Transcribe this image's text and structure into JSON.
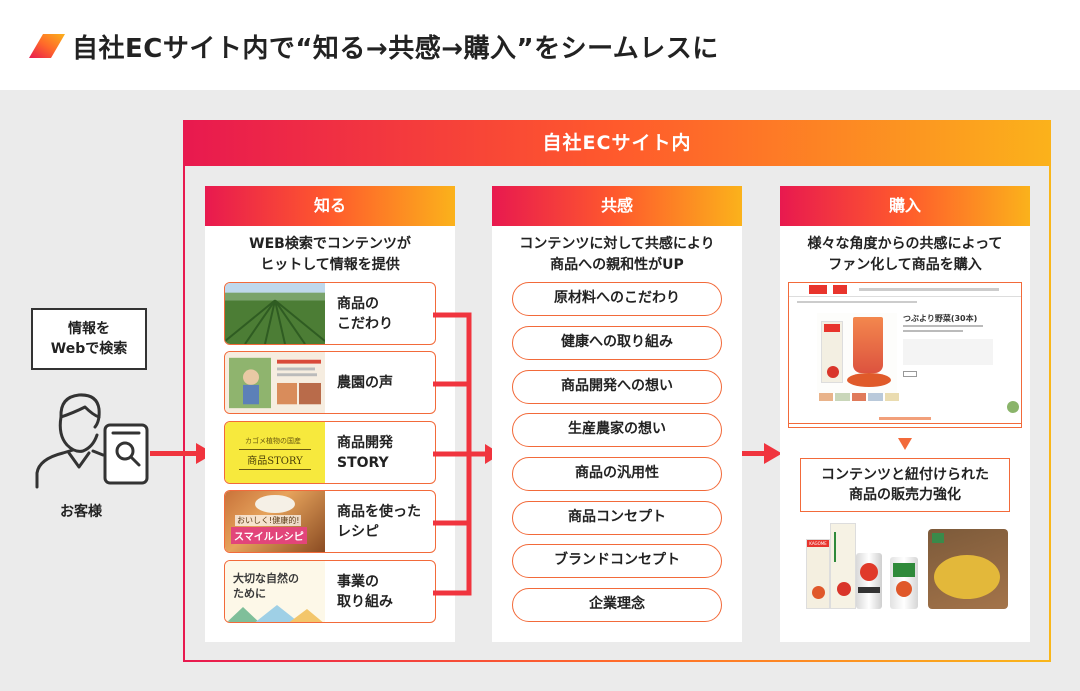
{
  "title": "自社ECサイト内で“知る→共感→購入”をシームレスに",
  "frame_title": "自社ECサイト内",
  "customer": {
    "box_line1": "情報を",
    "box_line2": "Webで検索",
    "label": "お客様"
  },
  "know": {
    "head": "知る",
    "desc_line1": "WEB検索でコンテンツが",
    "desc_line2": "ヒットして情報を提供",
    "items": [
      {
        "line1": "商品の",
        "line2": "こだわり"
      },
      {
        "line1": "農園の声",
        "line2": ""
      },
      {
        "line1": "商品開発",
        "line2": "STORY",
        "thumb_text": "商品STORY",
        "thumb_small": "カゴメ植物の国産"
      },
      {
        "line1": "商品を使った",
        "line2": "レシピ",
        "thumb_text": "スマイルレシピ",
        "thumb_small": "おいしく!健康的!"
      },
      {
        "line1": "事業の",
        "line2": "取り組み",
        "thumb_text": "大切な自然の",
        "thumb_text2": "ために"
      }
    ]
  },
  "empathy": {
    "head": "共感",
    "desc_line1": "コンテンツに対して共感により",
    "desc_line2": "商品への親和性がUP",
    "pills": [
      "原材料へのこだわり",
      "健康への取り組み",
      "商品開発への想い",
      "生産農家の想い",
      "商品の汎用性",
      "商品コンセプト",
      "ブランドコンセプト",
      "企業理念"
    ]
  },
  "buy": {
    "head": "購入",
    "desc_line1": "様々な角度からの共感によって",
    "desc_line2": "ファン化して商品を購入",
    "product_title": "つぶより野菜(30本)",
    "product_brand": "KAGOME",
    "sub_line1": "コンテンツと紐付けられた",
    "sub_line2": "商品の販売力強化"
  },
  "colors": {
    "accent_red": "#e8194f",
    "accent_orange": "#ff5a2c",
    "accent_yellow": "#fbb21b",
    "arrow": "#f0343e"
  }
}
